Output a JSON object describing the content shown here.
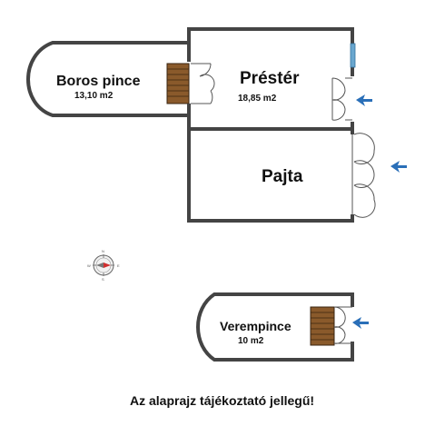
{
  "rooms": {
    "boros_pince": {
      "name": "Boros pince",
      "area": "13,10 m2"
    },
    "prester": {
      "name": "Préstér",
      "area": "18,85 m2"
    },
    "pajta": {
      "name": "Pajta"
    },
    "verempince": {
      "name": "Verempince",
      "area": "10 m2"
    }
  },
  "compass": {
    "n": "N",
    "s": "S",
    "e": "E",
    "w": "W"
  },
  "note": "Az alaprajz tájékoztató jellegű!",
  "colors": {
    "wall": "#444444",
    "stair": "#8a5a2b",
    "window": "#6aa7cf",
    "entry_arrow": "#2a6fb8",
    "compass_needle": "#d03030"
  }
}
